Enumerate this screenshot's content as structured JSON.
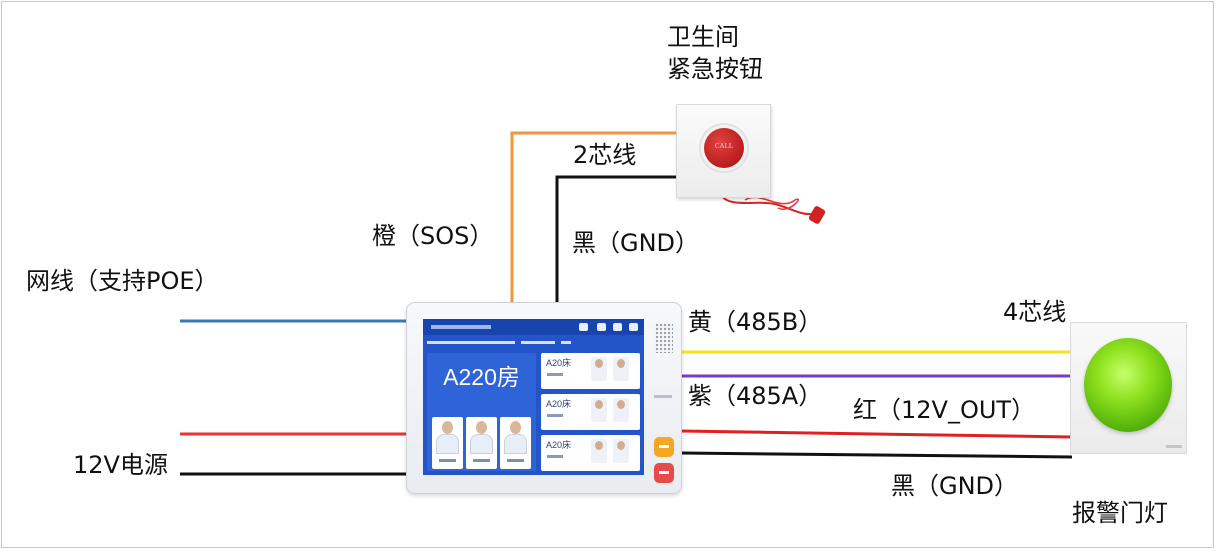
{
  "labels": {
    "toilet_line1": "卫生间",
    "toilet_line2": "紧急按钮",
    "two_core": "2芯线",
    "orange_sos": "橙（SOS）",
    "black_gnd_top": "黑（GND）",
    "network": "网线（支持POE）",
    "power_12v": "12V电源",
    "yellow_485b": "黄（485B）",
    "four_core": "4芯线",
    "purple_485a": "紫（485A）",
    "red_12v_out": "红（12V_OUT）",
    "black_gnd_bottom": "黑（GND）",
    "door_light": "报警门灯"
  },
  "device_screen": {
    "room_number": "A220房",
    "beds": [
      "A20床",
      "A20床",
      "A20床"
    ]
  },
  "emergency_button": {
    "cap_text": "CALL"
  },
  "colors": {
    "network": "#3a78b8",
    "power_red": "#e53535",
    "black": "#111111",
    "orange": "#f0963c",
    "yellow": "#f5e21c",
    "purple": "#7a3bbd",
    "red": "#e02020",
    "screen": "#2455c8"
  },
  "icons": [
    "call-button-icon",
    "door-light-icon",
    "tablet-device-icon"
  ]
}
